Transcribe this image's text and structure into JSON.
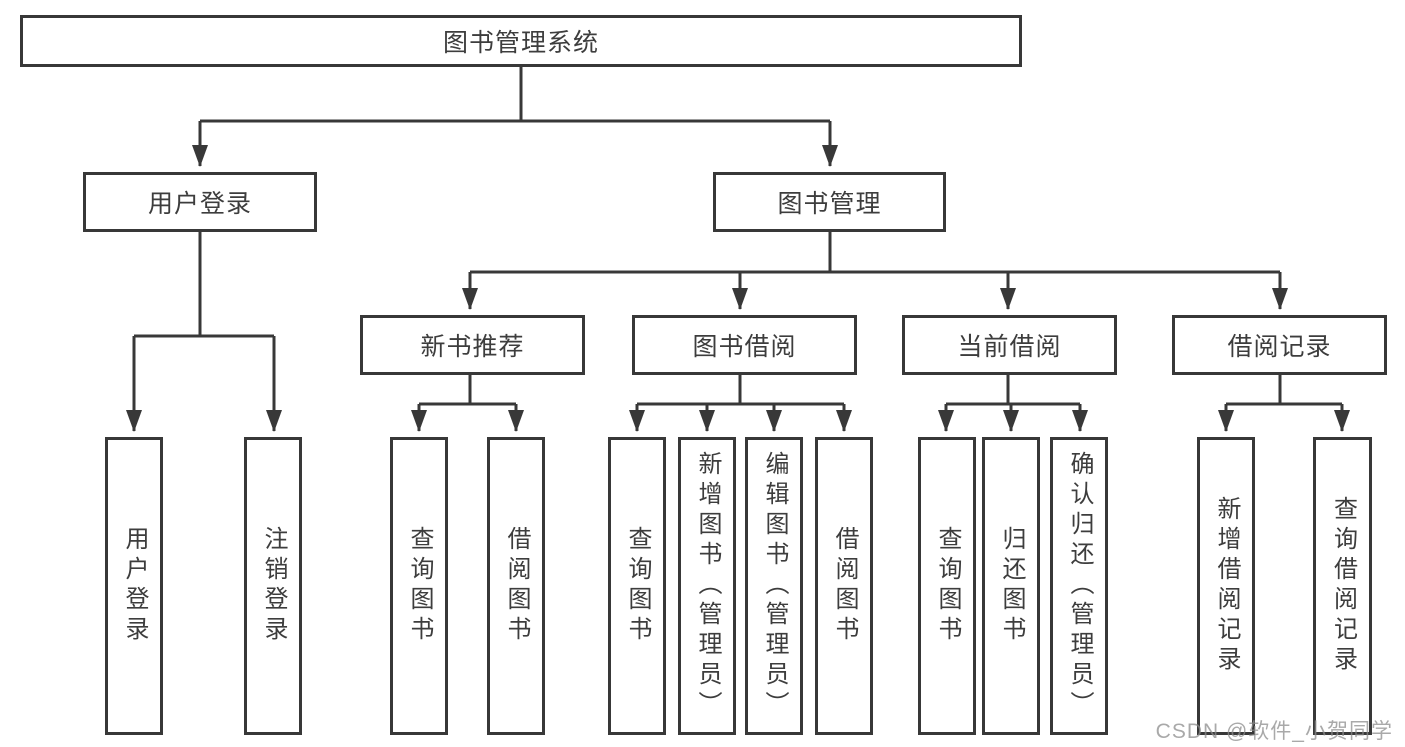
{
  "diagram_title": "图书管理系统",
  "tree": {
    "label": "图书管理系统",
    "children": [
      {
        "label": "用户登录",
        "children": [
          {
            "label": "用户登录"
          },
          {
            "label": "注销登录"
          }
        ]
      },
      {
        "label": "图书管理",
        "children": [
          {
            "label": "新书推荐",
            "children": [
              {
                "label": "查询图书"
              },
              {
                "label": "借阅图书"
              }
            ]
          },
          {
            "label": "图书借阅",
            "children": [
              {
                "label": "查询图书"
              },
              {
                "label": "新增图书（管理员）"
              },
              {
                "label": "编辑图书（管理员）"
              },
              {
                "label": "借阅图书"
              }
            ]
          },
          {
            "label": "当前借阅",
            "children": [
              {
                "label": "查询图书"
              },
              {
                "label": "归还图书"
              },
              {
                "label": "确认归还（管理员）"
              }
            ]
          },
          {
            "label": "借阅记录",
            "children": [
              {
                "label": "新增借阅记录"
              },
              {
                "label": "查询借阅记录"
              }
            ]
          }
        ]
      }
    ]
  },
  "watermark": {
    "text": "CSDN @软件_小贺同学"
  },
  "colors": {
    "line": "#383838",
    "box_border": "#383838",
    "text": "#3d3d3d",
    "watermark": "#8c8c8c",
    "background": "#ffffff"
  }
}
